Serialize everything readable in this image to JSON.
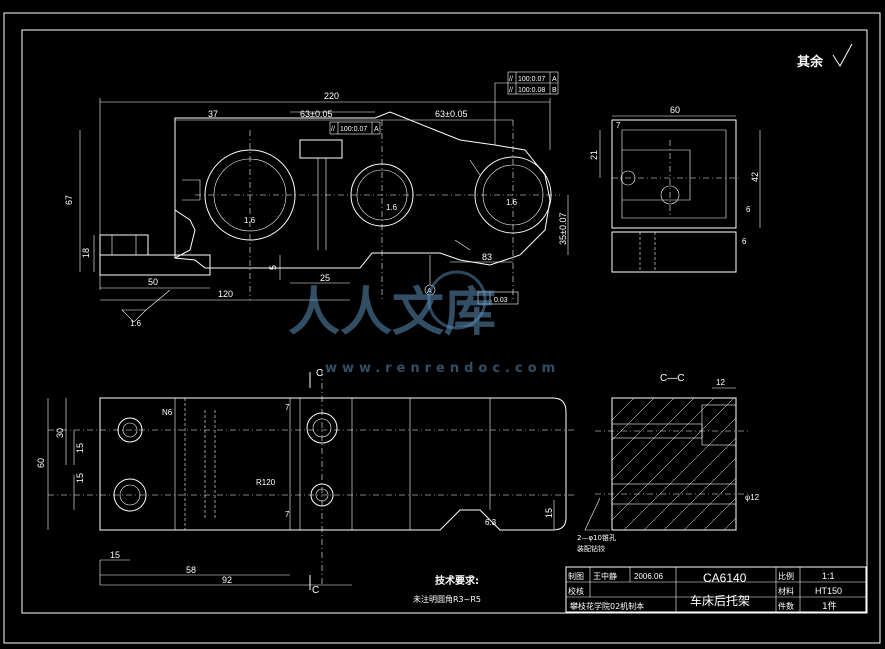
{
  "drawing": {
    "roughness_note": "其余",
    "watermark_text": "人人文库",
    "watermark_url": "www.renrendoc.com",
    "section_label": "C—C",
    "section_marks": [
      "C",
      "C"
    ],
    "datum_label": "A"
  },
  "dimensions": {
    "top_view": [
      "220",
      "37",
      "63±0.05",
      "63±0.05",
      "67",
      "18",
      "50",
      "120",
      "25",
      "5",
      "83",
      "35±0.07",
      "1.6",
      "1.6",
      "1.6",
      "1.6"
    ],
    "side_view": [
      "60",
      "7",
      "42",
      "21",
      "6",
      "6"
    ],
    "front_view": [
      "60",
      "30",
      "15",
      "15",
      "15",
      "58",
      "92",
      "15",
      "6.3",
      "R120",
      "7",
      "7",
      "N6"
    ],
    "section_view": [
      "12",
      "φ12"
    ]
  },
  "tolerance_frames": {
    "frame1_row1": "//",
    "frame1_row1_value": "100:0.07",
    "frame1_row1_datum": "A",
    "frame1_row2": "//",
    "frame1_row2_value": "100:0.08",
    "frame1_row2_datum": "B",
    "frame2": "//",
    "frame2_value": "100:0.07",
    "frame2_datum": "A",
    "flatness_value": "0.03"
  },
  "notes": {
    "tech_title": "技术要求:",
    "tech_line1": "未注明圆角R3~R5",
    "hole_note1": "2—φ10锥孔",
    "hole_note2": "装配钻铰"
  },
  "title_block": {
    "drawn_label": "制图",
    "drawn_name": "王中静",
    "drawn_date": "2006.06",
    "checked_label": "校核",
    "school": "攀枝花学院02机制本",
    "part_code": "CA6140",
    "part_name": "车床后托架",
    "scale_label": "比例",
    "scale_value": "1:1",
    "material_label": "材料",
    "material_value": "HT150",
    "qty_label": "件数",
    "qty_value": "1件"
  }
}
